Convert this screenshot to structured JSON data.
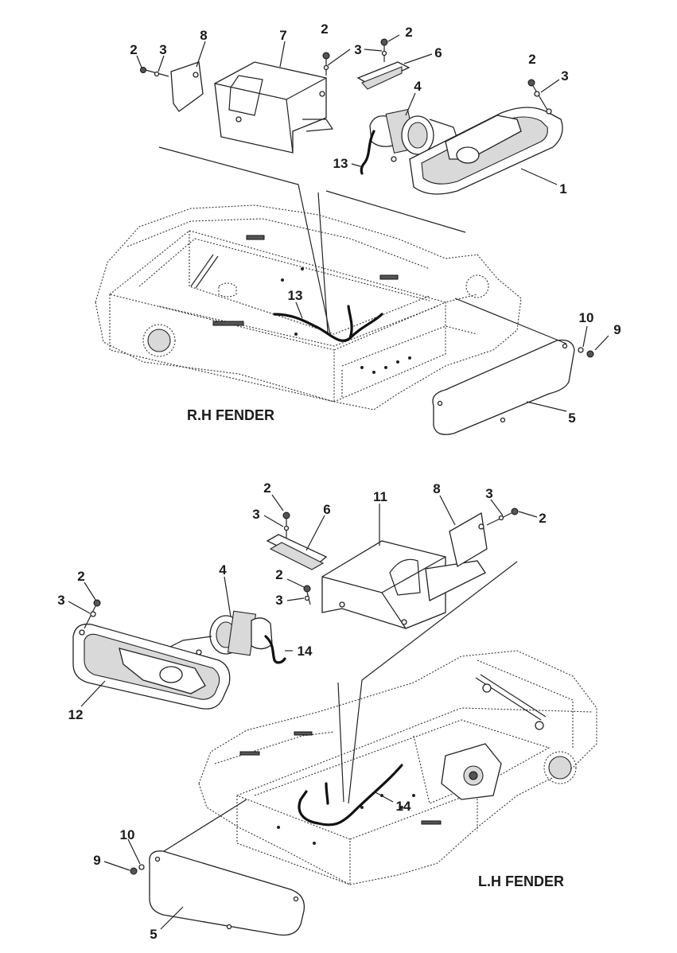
{
  "captions": {
    "rh": "R.H FENDER",
    "lh": "L.H FENDER"
  },
  "callouts": {
    "rh": [
      {
        "id": "8",
        "label": "8"
      },
      {
        "id": "7",
        "label": "7"
      },
      {
        "id": "2a",
        "label": "2"
      },
      {
        "id": "3a",
        "label": "3"
      },
      {
        "id": "2b",
        "label": "2"
      },
      {
        "id": "3b",
        "label": "3"
      },
      {
        "id": "2c",
        "label": "2"
      },
      {
        "id": "3c",
        "label": "3"
      },
      {
        "id": "6",
        "label": "6"
      },
      {
        "id": "4",
        "label": "4"
      },
      {
        "id": "2d",
        "label": "2"
      },
      {
        "id": "3d",
        "label": "3"
      },
      {
        "id": "13a",
        "label": "13"
      },
      {
        "id": "1",
        "label": "1"
      },
      {
        "id": "13b",
        "label": "13"
      },
      {
        "id": "10",
        "label": "10"
      },
      {
        "id": "9",
        "label": "9"
      },
      {
        "id": "5",
        "label": "5"
      }
    ],
    "lh": [
      {
        "id": "2a",
        "label": "2"
      },
      {
        "id": "3a",
        "label": "3"
      },
      {
        "id": "6",
        "label": "6"
      },
      {
        "id": "11",
        "label": "11"
      },
      {
        "id": "8",
        "label": "8"
      },
      {
        "id": "3b",
        "label": "3"
      },
      {
        "id": "2b",
        "label": "2"
      },
      {
        "id": "2c",
        "label": "2"
      },
      {
        "id": "3c",
        "label": "3"
      },
      {
        "id": "4",
        "label": "4"
      },
      {
        "id": "2d",
        "label": "2"
      },
      {
        "id": "3d",
        "label": "3"
      },
      {
        "id": "14a",
        "label": "14"
      },
      {
        "id": "12",
        "label": "12"
      },
      {
        "id": "14b",
        "label": "14"
      },
      {
        "id": "10",
        "label": "10"
      },
      {
        "id": "9",
        "label": "9"
      },
      {
        "id": "5",
        "label": "5"
      }
    ]
  }
}
